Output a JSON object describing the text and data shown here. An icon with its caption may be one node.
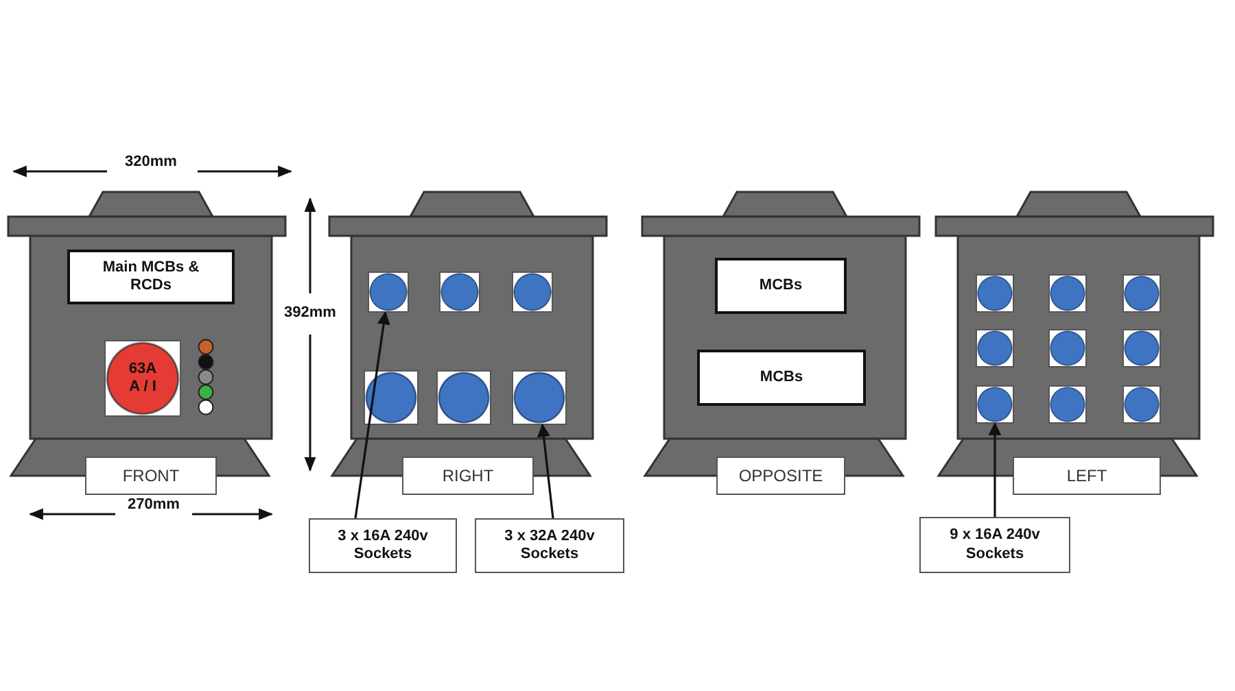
{
  "diagram": {
    "nodes": [
      {
        "text": [
          "Main MCBs & RCDs"
        ]
      },
      {
        "text": [
          "63A A / I"
        ]
      },
      {
        "text": [
          "FRONT"
        ]
      },
      {
        "text": [
          "RIGHT"
        ]
      },
      {
        "text": [
          "3 x 16A 240v Sockets"
        ]
      },
      {
        "text": [],
        "shape": "circle"
      },
      {
        "text": [
          "3 x 32A 240v Sockets"
        ]
      },
      {
        "text": [],
        "shape": "circle"
      },
      {
        "text": [
          "MCBs"
        ]
      },
      {
        "text": [
          "MCBs"
        ]
      },
      {
        "text": [
          "OPPOSITE"
        ]
      },
      {
        "text": [
          "LEFT"
        ]
      },
      {
        "text": [
          "9 x 16A 240v Sockets"
        ]
      },
      {
        "text": [],
        "shape": "circle"
      }
    ],
    "edges": [
      {
        "from": 4,
        "to": 5,
        "arrow": "to"
      },
      {
        "from": 6,
        "to": 7,
        "arrow": "to"
      },
      {
        "from": 12,
        "to": 13,
        "arrow": "to"
      }
    ],
    "labels": [
      "320mm",
      "392mm",
      "270mm"
    ]
  }
}
